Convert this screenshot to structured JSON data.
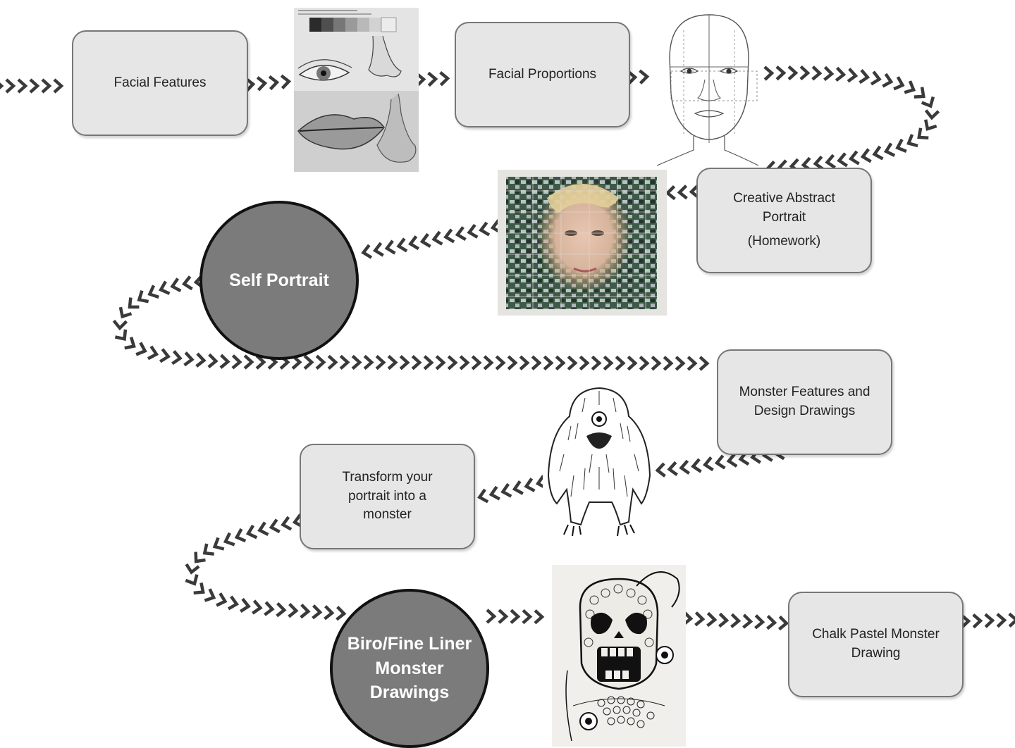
{
  "nodes": {
    "facial_features": "Facial Features",
    "facial_proportions": "Facial Proportions",
    "creative_abstract_portrait": {
      "title": "Creative Abstract Portrait",
      "note": "(Homework)"
    },
    "self_portrait": "Self Portrait",
    "monster_features": "Monster Features and Design Drawings",
    "transform_portrait": "Transform your portrait into a monster",
    "biro_fine_liner": "Biro/Fine Liner Monster Drawings",
    "chalk_pastel": "Chalk Pastel Monster Drawing"
  },
  "images": {
    "facial_features_sketch": "facial-feature-studies",
    "face_proportions_sketch": "face-proportion-guide",
    "woven_portrait": "woven-photo-portrait",
    "hairy_monster": "hairy-monster-ink-drawing",
    "skull_monster": "skull-monster-pen-drawing"
  },
  "style": {
    "box_fill": "#e6e6e6",
    "box_border": "#777777",
    "circle_fill": "#7b7b7b",
    "circle_border": "#111111",
    "arrow_color": "#3a3a3a"
  }
}
